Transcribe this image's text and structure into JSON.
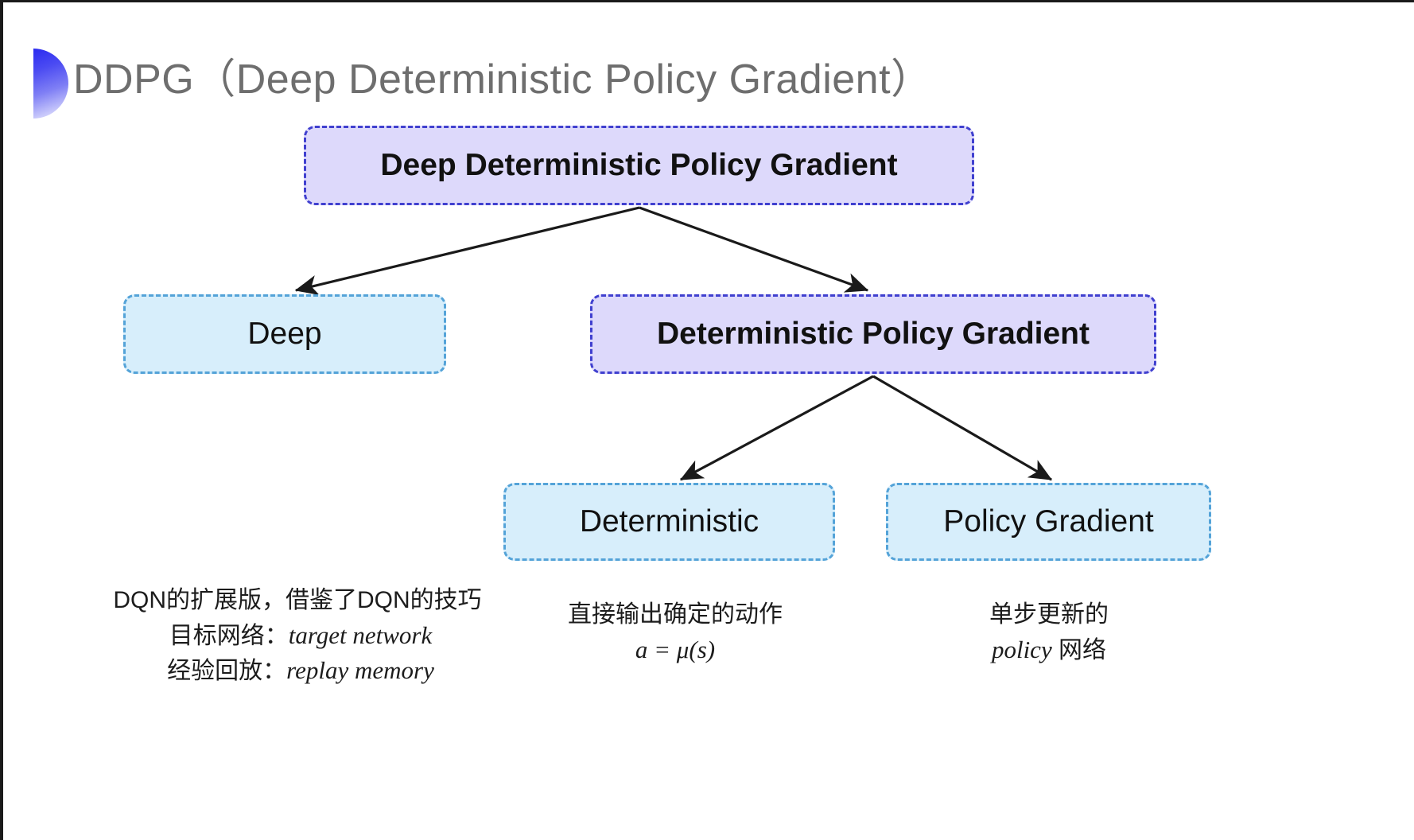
{
  "slide": {
    "title": "DDPG（Deep Deterministic Policy Gradient）",
    "title_color": "#6e6e6e",
    "background": "#ffffff"
  },
  "decor": {
    "bullet_shape": "half-circle-gradient",
    "gradient_from": "#2b2bf0",
    "gradient_to": "#e8e8fd"
  },
  "diagram": {
    "type": "tree",
    "palette": {
      "purple_fill": "#ddd9fb",
      "purple_border": "#4040cf",
      "blue_fill": "#d7eefb",
      "blue_border": "#54a3d8",
      "arrow": "#1a1a1a"
    },
    "nodes": [
      {
        "id": "root",
        "label": "Deep Deterministic Policy Gradient",
        "style": "purple"
      },
      {
        "id": "deep",
        "label": "Deep",
        "style": "blue"
      },
      {
        "id": "dpg",
        "label": "Deterministic Policy Gradient",
        "style": "purple"
      },
      {
        "id": "deterministic",
        "label": "Deterministic",
        "style": "blue"
      },
      {
        "id": "policy_gradient",
        "label": "Policy Gradient",
        "style": "blue"
      }
    ],
    "edges": [
      {
        "from": "root",
        "to": "deep"
      },
      {
        "from": "root",
        "to": "dpg"
      },
      {
        "from": "dpg",
        "to": "deterministic"
      },
      {
        "from": "dpg",
        "to": "policy_gradient"
      }
    ]
  },
  "captions": {
    "deep": {
      "line1": "DQN的扩展版，借鉴了DQN的技巧",
      "line2_label": "目标网络：",
      "line2_term": "target network",
      "line3_label": "经验回放：",
      "line3_term": "replay memory"
    },
    "deterministic": {
      "line1": "直接输出确定的动作",
      "formula": "a = μ(s)"
    },
    "policy_gradient": {
      "line1": "单步更新的",
      "line2_term": "policy",
      "line2_suffix": " 网络"
    }
  }
}
